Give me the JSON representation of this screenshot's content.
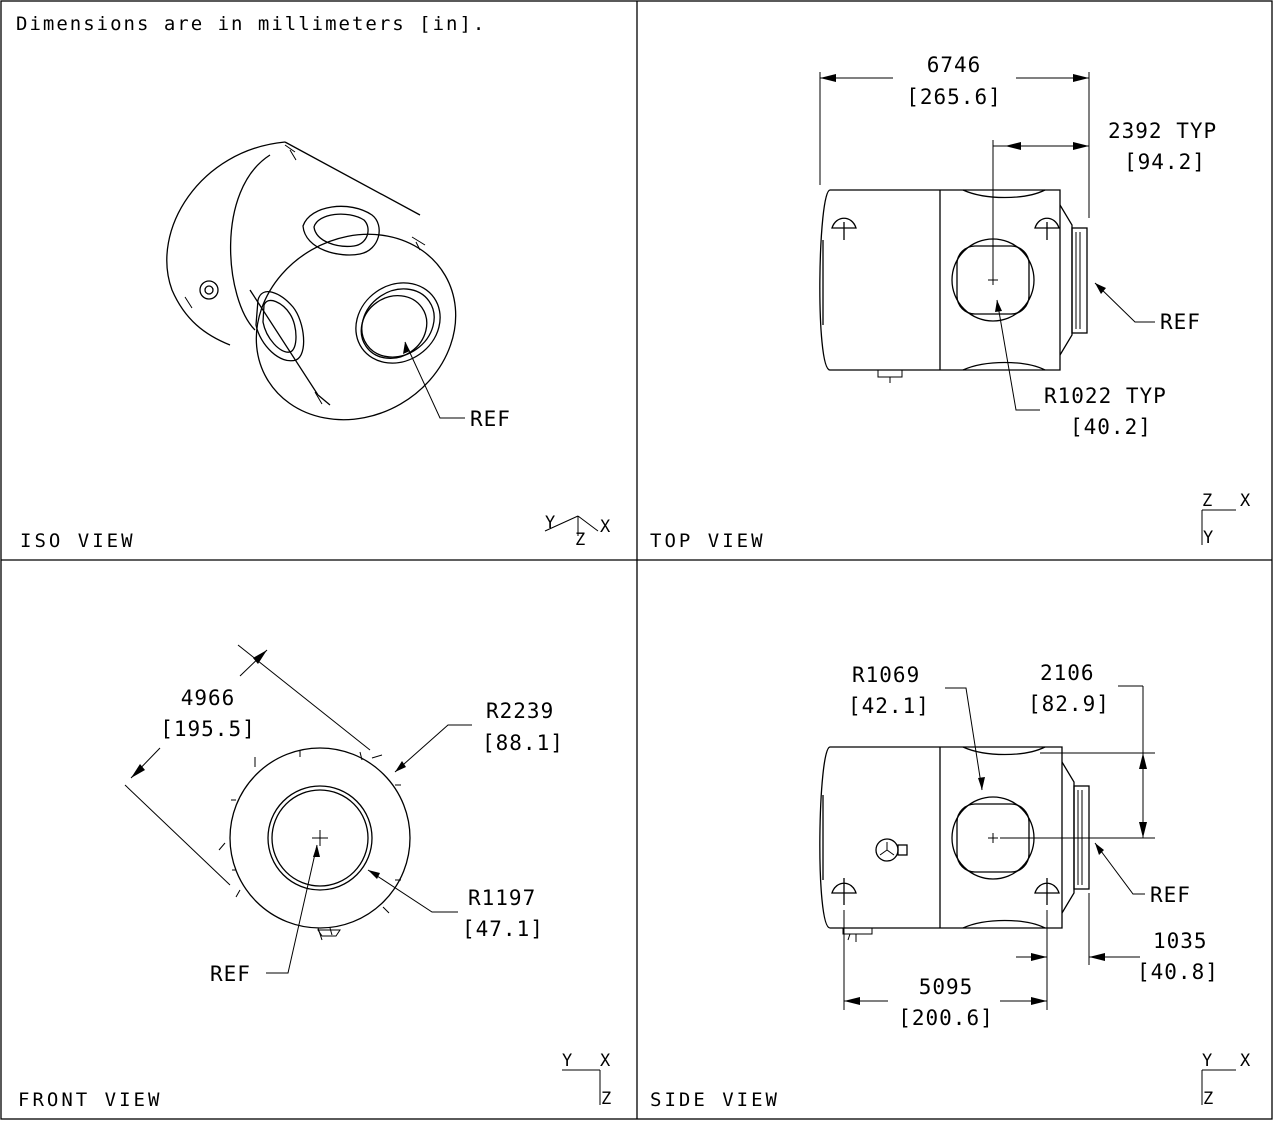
{
  "note": "Dimensions are in millimeters [in].",
  "views": {
    "iso": {
      "title": "ISO VIEW",
      "ref": "REF",
      "axes": {
        "y": "Y",
        "z": "Z",
        "x": "X"
      }
    },
    "top": {
      "title": "TOP VIEW",
      "length_mm": "6746",
      "length_in": "[265.6]",
      "offset_mm": "2392 TYP",
      "offset_in": "[94.2]",
      "radius_mm": "R1022 TYP",
      "radius_in": "[40.2]",
      "ref": "REF",
      "axes": {
        "z": "Z",
        "x": "X",
        "y": "Y"
      }
    },
    "front": {
      "title": "FRONT VIEW",
      "diameter_mm": "4966",
      "diameter_in": "[195.5]",
      "outer_radius_mm": "R2239",
      "outer_radius_in": "[88.1]",
      "inner_radius_mm": "R1197",
      "inner_radius_in": "[47.1]",
      "ref": "REF",
      "axes": {
        "y": "Y",
        "x": "X",
        "z": "Z"
      }
    },
    "side": {
      "title": "SIDE VIEW",
      "radius_mm": "R1069",
      "radius_in": "[42.1]",
      "height_mm": "2106",
      "height_in": "[82.9]",
      "ref": "REF",
      "flange_mm": "1035",
      "flange_in": "[40.8]",
      "spacing_mm": "5095",
      "spacing_in": "[200.6]",
      "axes": {
        "y": "Y",
        "x": "X",
        "z": "Z"
      }
    }
  }
}
